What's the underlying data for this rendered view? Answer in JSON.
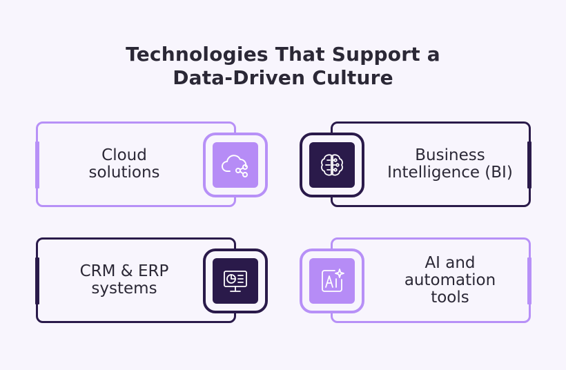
{
  "title": {
    "line1": "Technologies That Support a",
    "line2": "Data-Driven Culture"
  },
  "cards": [
    {
      "id": "cloud",
      "lines": [
        "Cloud",
        "solutions"
      ],
      "icon": "cloud-share-icon",
      "tone": "light"
    },
    {
      "id": "bi",
      "lines": [
        "Business",
        "Intelligence (BI)"
      ],
      "icon": "brain-circuit-icon",
      "tone": "dark"
    },
    {
      "id": "crm",
      "lines": [
        "CRM & ERP",
        "systems"
      ],
      "icon": "monitor-chart-icon",
      "tone": "dark"
    },
    {
      "id": "ai",
      "lines": [
        "AI and",
        "automation",
        "tools"
      ],
      "icon": "ai-sparkle-icon",
      "tone": "light"
    }
  ],
  "colors": {
    "background": "#f8f5fd",
    "light_purple": "#b790f7",
    "dark_purple": "#2a1a4a",
    "text": "#2b2836"
  }
}
